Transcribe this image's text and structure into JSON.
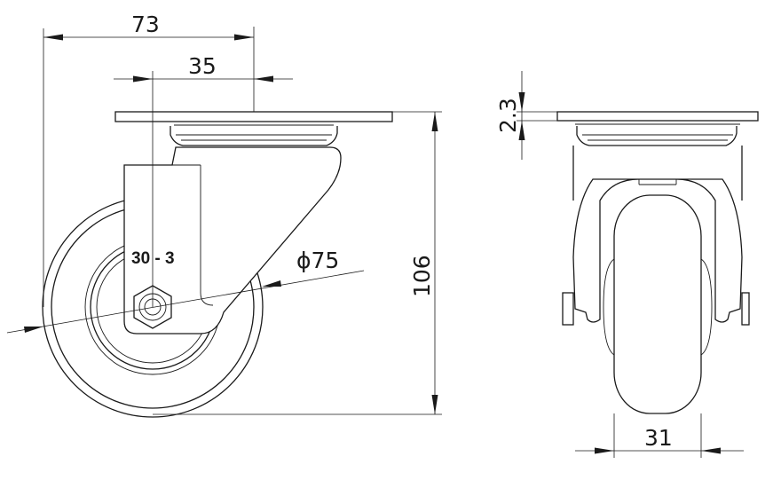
{
  "dimensions": {
    "overall_width": "73",
    "offset": "35",
    "diameter": "75",
    "diameter_symbol": "ϕ",
    "height": "106",
    "plate_thickness": "2.3",
    "wheel_width": "31"
  },
  "label": "30 - 3"
}
